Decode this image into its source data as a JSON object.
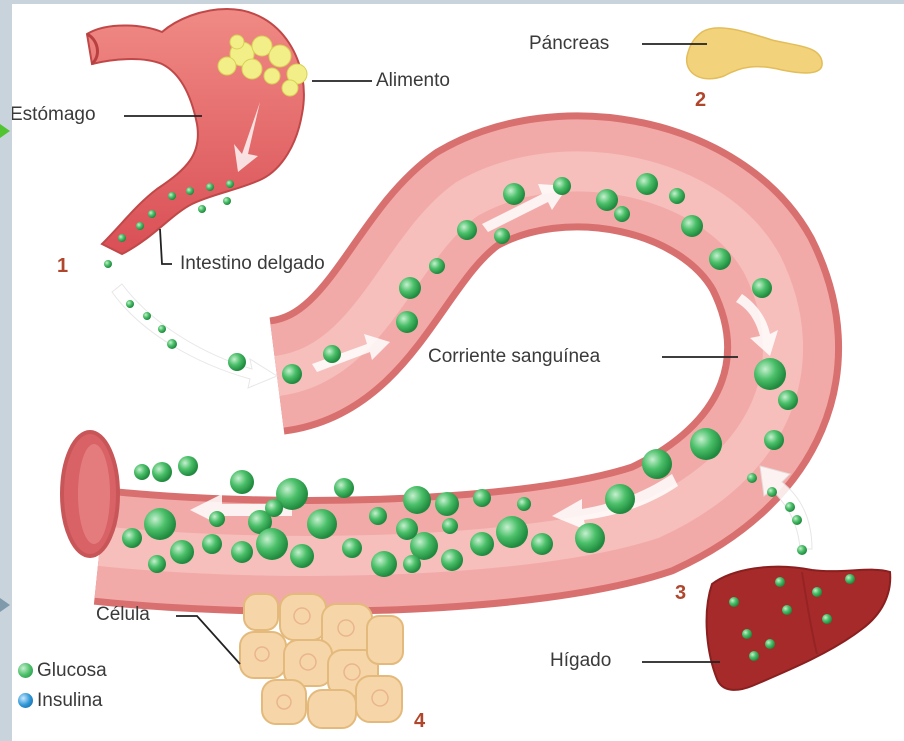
{
  "labels": {
    "estomago": "Estómago",
    "alimento": "Alimento",
    "intestino": "Intestino delgado",
    "pancreas": "Páncreas",
    "corriente": "Corriente sanguínea",
    "celula": "Célula",
    "higado": "Hígado"
  },
  "numbers": {
    "n1": "1",
    "n2": "2",
    "n3": "3",
    "n4": "4"
  },
  "legend": [
    {
      "label": "Glucosa",
      "color": "#3fb55d"
    },
    {
      "label": "Insulina",
      "color": "#2a8fd0"
    }
  ],
  "colors": {
    "vessel": "#ef9c9c",
    "vessel_dark": "#d8706f",
    "stomach": "#e66a6a",
    "glucose": "#44b865",
    "liver": "#a62a2a",
    "pancreas": "#f2d27a",
    "cells": "#f6d6a8"
  }
}
